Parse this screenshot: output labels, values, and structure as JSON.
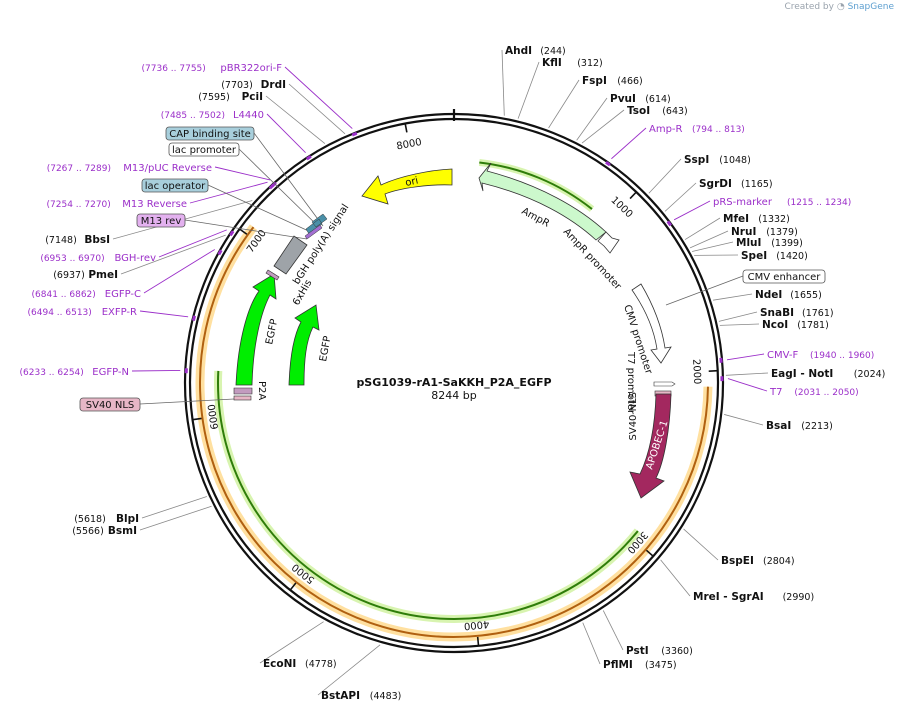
{
  "credit": {
    "prefix": "Created by",
    "brand": "SnapGene"
  },
  "plasmid": {
    "name": "pSG1039-rA1-SaKKH_P2A_EGFP",
    "size_label": "8244 bp",
    "length": 8244
  },
  "ticks": [
    {
      "bp": 1000,
      "label": "1000"
    },
    {
      "bp": 2000,
      "label": "2000"
    },
    {
      "bp": 3000,
      "label": "3000"
    },
    {
      "bp": 4000,
      "label": "4000"
    },
    {
      "bp": 5000,
      "label": "5000"
    },
    {
      "bp": 6000,
      "label": "6000"
    },
    {
      "bp": 7000,
      "label": "7000"
    },
    {
      "bp": 8000,
      "label": "8000"
    }
  ],
  "enzymes": [
    {
      "name": "AhdI",
      "pos": "(244)",
      "bp": 244
    },
    {
      "name": "KflI",
      "pos": "(312)",
      "bp": 312
    },
    {
      "name": "FspI",
      "pos": "(466)",
      "bp": 466
    },
    {
      "name": "PvuI",
      "pos": "(614)",
      "bp": 614
    },
    {
      "name": "TsoI",
      "pos": "(643)",
      "bp": 643
    },
    {
      "name": "SspI",
      "pos": "(1048)",
      "bp": 1048
    },
    {
      "name": "SgrDI",
      "pos": "(1165)",
      "bp": 1165
    },
    {
      "name": "MfeI",
      "pos": "(1332)",
      "bp": 1332
    },
    {
      "name": "NruI",
      "pos": "(1379)",
      "bp": 1379
    },
    {
      "name": "MluI",
      "pos": "(1399)",
      "bp": 1399
    },
    {
      "name": "SpeI",
      "pos": "(1420)",
      "bp": 1420
    },
    {
      "name": "NdeI",
      "pos": "(1655)",
      "bp": 1655
    },
    {
      "name": "SnaBI",
      "pos": "(1761)",
      "bp": 1761
    },
    {
      "name": "NcoI",
      "pos": "(1781)",
      "bp": 1781
    },
    {
      "name": "EagI - NotI",
      "pos": "(2024)",
      "bp": 2024
    },
    {
      "name": "BsaI",
      "pos": "(2213)",
      "bp": 2213
    },
    {
      "name": "BspEI",
      "pos": "(2804)",
      "bp": 2804
    },
    {
      "name": "MreI - SgrAI",
      "pos": "(2990)",
      "bp": 2990
    },
    {
      "name": "PstI",
      "pos": "(3360)",
      "bp": 3360
    },
    {
      "name": "PflMI",
      "pos": "(3475)",
      "bp": 3475
    },
    {
      "name": "BstAPI",
      "pos": "(4483)",
      "bp": 4483
    },
    {
      "name": "EcoNI",
      "pos": "(4778)",
      "bp": 4778
    },
    {
      "name": "BsmI",
      "pos": "(5566)",
      "bp": 5566
    },
    {
      "name": "BlpI",
      "pos": "(5618)",
      "bp": 5618
    },
    {
      "name": "PmeI",
      "pos": "(6937)",
      "bp": 6937
    },
    {
      "name": "BbsI",
      "pos": "(7148)",
      "bp": 7148
    },
    {
      "name": "PciI",
      "pos": "(7595)",
      "bp": 7595
    },
    {
      "name": "DrdI",
      "pos": "(7703)",
      "bp": 7703
    }
  ],
  "primers": [
    {
      "name": "pBR322ori-F",
      "range": "(7736 .. 7755)",
      "bp": 7745
    },
    {
      "name": "L4440",
      "range": "(7485 .. 7502)",
      "bp": 7493
    },
    {
      "name": "M13/pUC Reverse",
      "range": "(7267 .. 7289)",
      "bp": 7278
    },
    {
      "name": "M13 Reverse",
      "range": "(7254 .. 7270)",
      "bp": 7262
    },
    {
      "name": "BGH-rev",
      "range": "(6953 .. 6970)",
      "bp": 6961
    },
    {
      "name": "EGFP-C",
      "range": "(6841 .. 6862)",
      "bp": 6851
    },
    {
      "name": "EXFP-R",
      "range": "(6494 .. 6513)",
      "bp": 6503
    },
    {
      "name": "EGFP-N",
      "range": "(6233 .. 6254)",
      "bp": 6243
    },
    {
      "name": "Amp-R",
      "range": "(794 .. 813)",
      "bp": 803
    },
    {
      "name": "pRS-marker",
      "range": "(1215 .. 1234)",
      "bp": 1224
    },
    {
      "name": "CMV-F",
      "range": "(1940 .. 1960)",
      "bp": 1950
    },
    {
      "name": "T7",
      "range": "(2031 .. 2050)",
      "bp": 2040
    }
  ],
  "boxed_features": [
    {
      "name": "CAP binding site",
      "fill": "#a8cfdc"
    },
    {
      "name": "lac promoter",
      "fill": "#ffffff"
    },
    {
      "name": "lac operator",
      "fill": "#a8cfdc"
    },
    {
      "name": "M13 rev",
      "fill": "#e3b1ef"
    },
    {
      "name": "CMV enhancer",
      "fill": "#ffffff"
    },
    {
      "name": "SV40 NLS",
      "fill": "#e7b6c6"
    }
  ],
  "features": {
    "ori": "ori",
    "ampr": "AmpR",
    "ampr_promoter": "AmpR promoter",
    "cmv_promoter": "CMV promoter",
    "t7_promoter": "T7 promoter",
    "sv40_nls": "SV40 NLS",
    "apobec": "APOBEC-1",
    "egfp_outer": "EGFP",
    "egfp_inner": "EGFP",
    "p2a": "P2A",
    "bgh": "bGH poly(A) signal",
    "his": "6xHis"
  },
  "colors": {
    "ori": "#ffff00",
    "ampr": "#ccf8cc",
    "egfp": "#00ee00",
    "apobec": "#a3285f",
    "bgh": "#9ea3a8",
    "primer": "#9b2fc9",
    "orf_orange": "#f5a623",
    "orf_green": "#3a9a10"
  }
}
